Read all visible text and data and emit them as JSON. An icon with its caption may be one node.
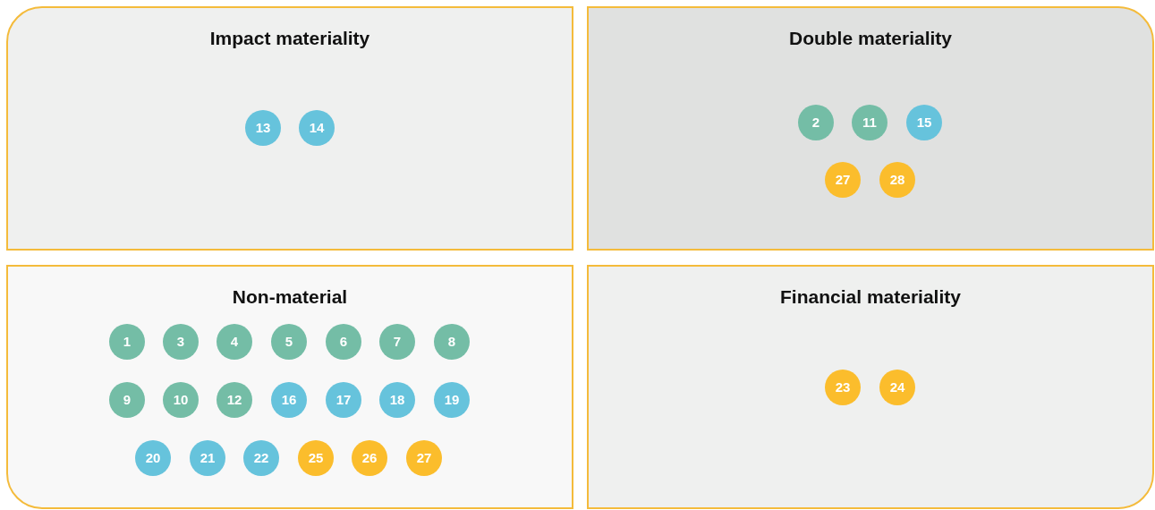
{
  "diagram": {
    "nodes": [
      {
        "text": [
          "Impact materiality"
        ]
      },
      {
        "text": [
          "13"
        ],
        "in": 0
      },
      {
        "text": [
          "14"
        ],
        "in": 0
      },
      {
        "text": [
          "Double materiality"
        ]
      },
      {
        "text": [
          "2"
        ],
        "in": 3
      },
      {
        "text": [
          "11"
        ],
        "in": 3
      },
      {
        "text": [
          "15"
        ],
        "in": 3
      },
      {
        "text": [
          "27"
        ],
        "in": 3
      },
      {
        "text": [
          "28"
        ],
        "in": 3
      },
      {
        "text": [
          "Non-material"
        ]
      },
      {
        "text": [
          "1"
        ],
        "in": 9
      },
      {
        "text": [
          "3"
        ],
        "in": 9
      },
      {
        "text": [
          "4"
        ],
        "in": 9
      },
      {
        "text": [
          "5"
        ],
        "in": 9
      },
      {
        "text": [
          "6"
        ],
        "in": 9
      },
      {
        "text": [
          "7"
        ],
        "in": 9
      },
      {
        "text": [
          "8"
        ],
        "in": 9
      },
      {
        "text": [
          "9"
        ],
        "in": 9
      },
      {
        "text": [
          "10"
        ],
        "in": 9
      },
      {
        "text": [
          "12"
        ],
        "in": 9
      },
      {
        "text": [
          "16"
        ],
        "in": 9
      },
      {
        "text": [
          "17"
        ],
        "in": 9
      },
      {
        "text": [
          "18"
        ],
        "in": 9
      },
      {
        "text": [
          "19"
        ],
        "in": 9
      },
      {
        "text": [
          "20"
        ],
        "in": 9
      },
      {
        "text": [
          "21"
        ],
        "in": 9
      },
      {
        "text": [
          "22"
        ],
        "in": 9
      },
      {
        "text": [
          "25"
        ],
        "in": 9
      },
      {
        "text": [
          "26"
        ],
        "in": 9
      },
      {
        "text": [
          "27"
        ],
        "in": 9
      },
      {
        "text": [
          "Financial materiality"
        ]
      },
      {
        "text": [
          "23"
        ],
        "in": 30
      },
      {
        "text": [
          "24"
        ],
        "in": 30
      }
    ]
  }
}
